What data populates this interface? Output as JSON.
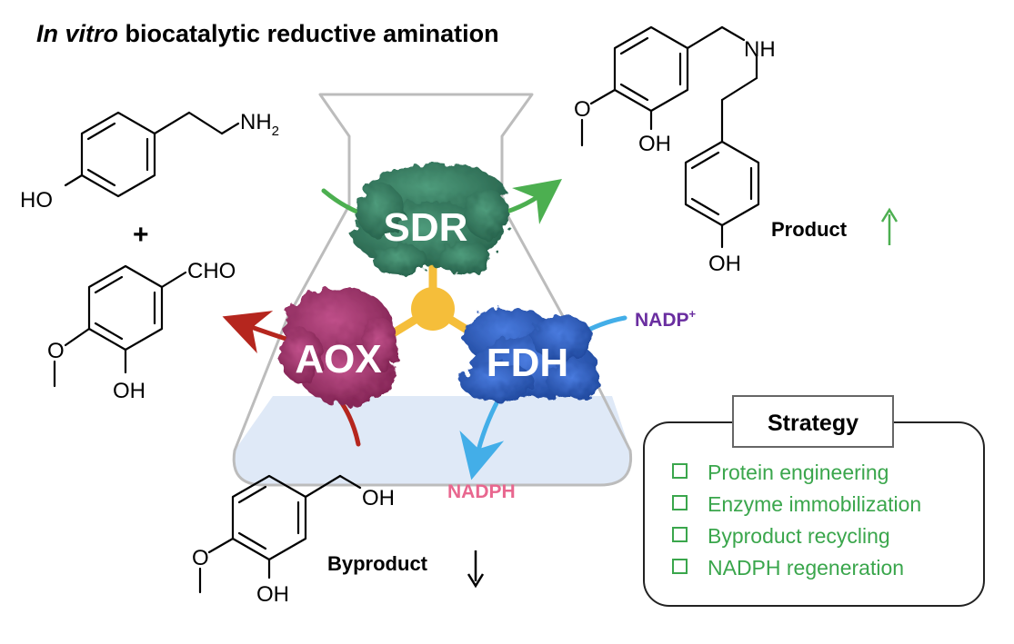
{
  "title": {
    "italic": "In vitro",
    "rest": " biocatalytic reductive amination"
  },
  "reactant_amine": {
    "group": "NH",
    "subscript": "2",
    "hydroxyl": "HO"
  },
  "plus": "+",
  "reactant_aldehyde": {
    "group": "CHO",
    "hydroxyl": "OH"
  },
  "product_molecule": {
    "amine": "NH",
    "hydroxyl_top": "OH",
    "hydroxyl_bottom": "OH"
  },
  "byproduct_molecule": {
    "hydroxyl_side": "OH",
    "hydroxyl_ring": "OH"
  },
  "enzymes": {
    "sdr": "SDR",
    "aox": "AOX",
    "fdh": "FDH"
  },
  "cofactors": {
    "oxidized": "NADP",
    "oxidized_sup": "+",
    "reduced": "NADPH"
  },
  "product_label": "Product",
  "byproduct_label": "Byproduct",
  "strategy": {
    "title": "Strategy",
    "items": [
      "Protein engineering",
      "Enzyme immobilization",
      "Byproduct recycling",
      "NADPH regeneration"
    ]
  },
  "colors": {
    "sdr": "#2f7a5c",
    "aox": "#a8326a",
    "fdh": "#2c5fc4",
    "hub": "#f5be3a",
    "green_arrow": "#4caf50",
    "red_arrow": "#b5261e",
    "blue_arrow": "#43aee8",
    "nadp": "#6a2ea0",
    "nadph": "#e8678f",
    "liquid": "#dfe9f7",
    "strategy_text": "#3aa64c"
  }
}
